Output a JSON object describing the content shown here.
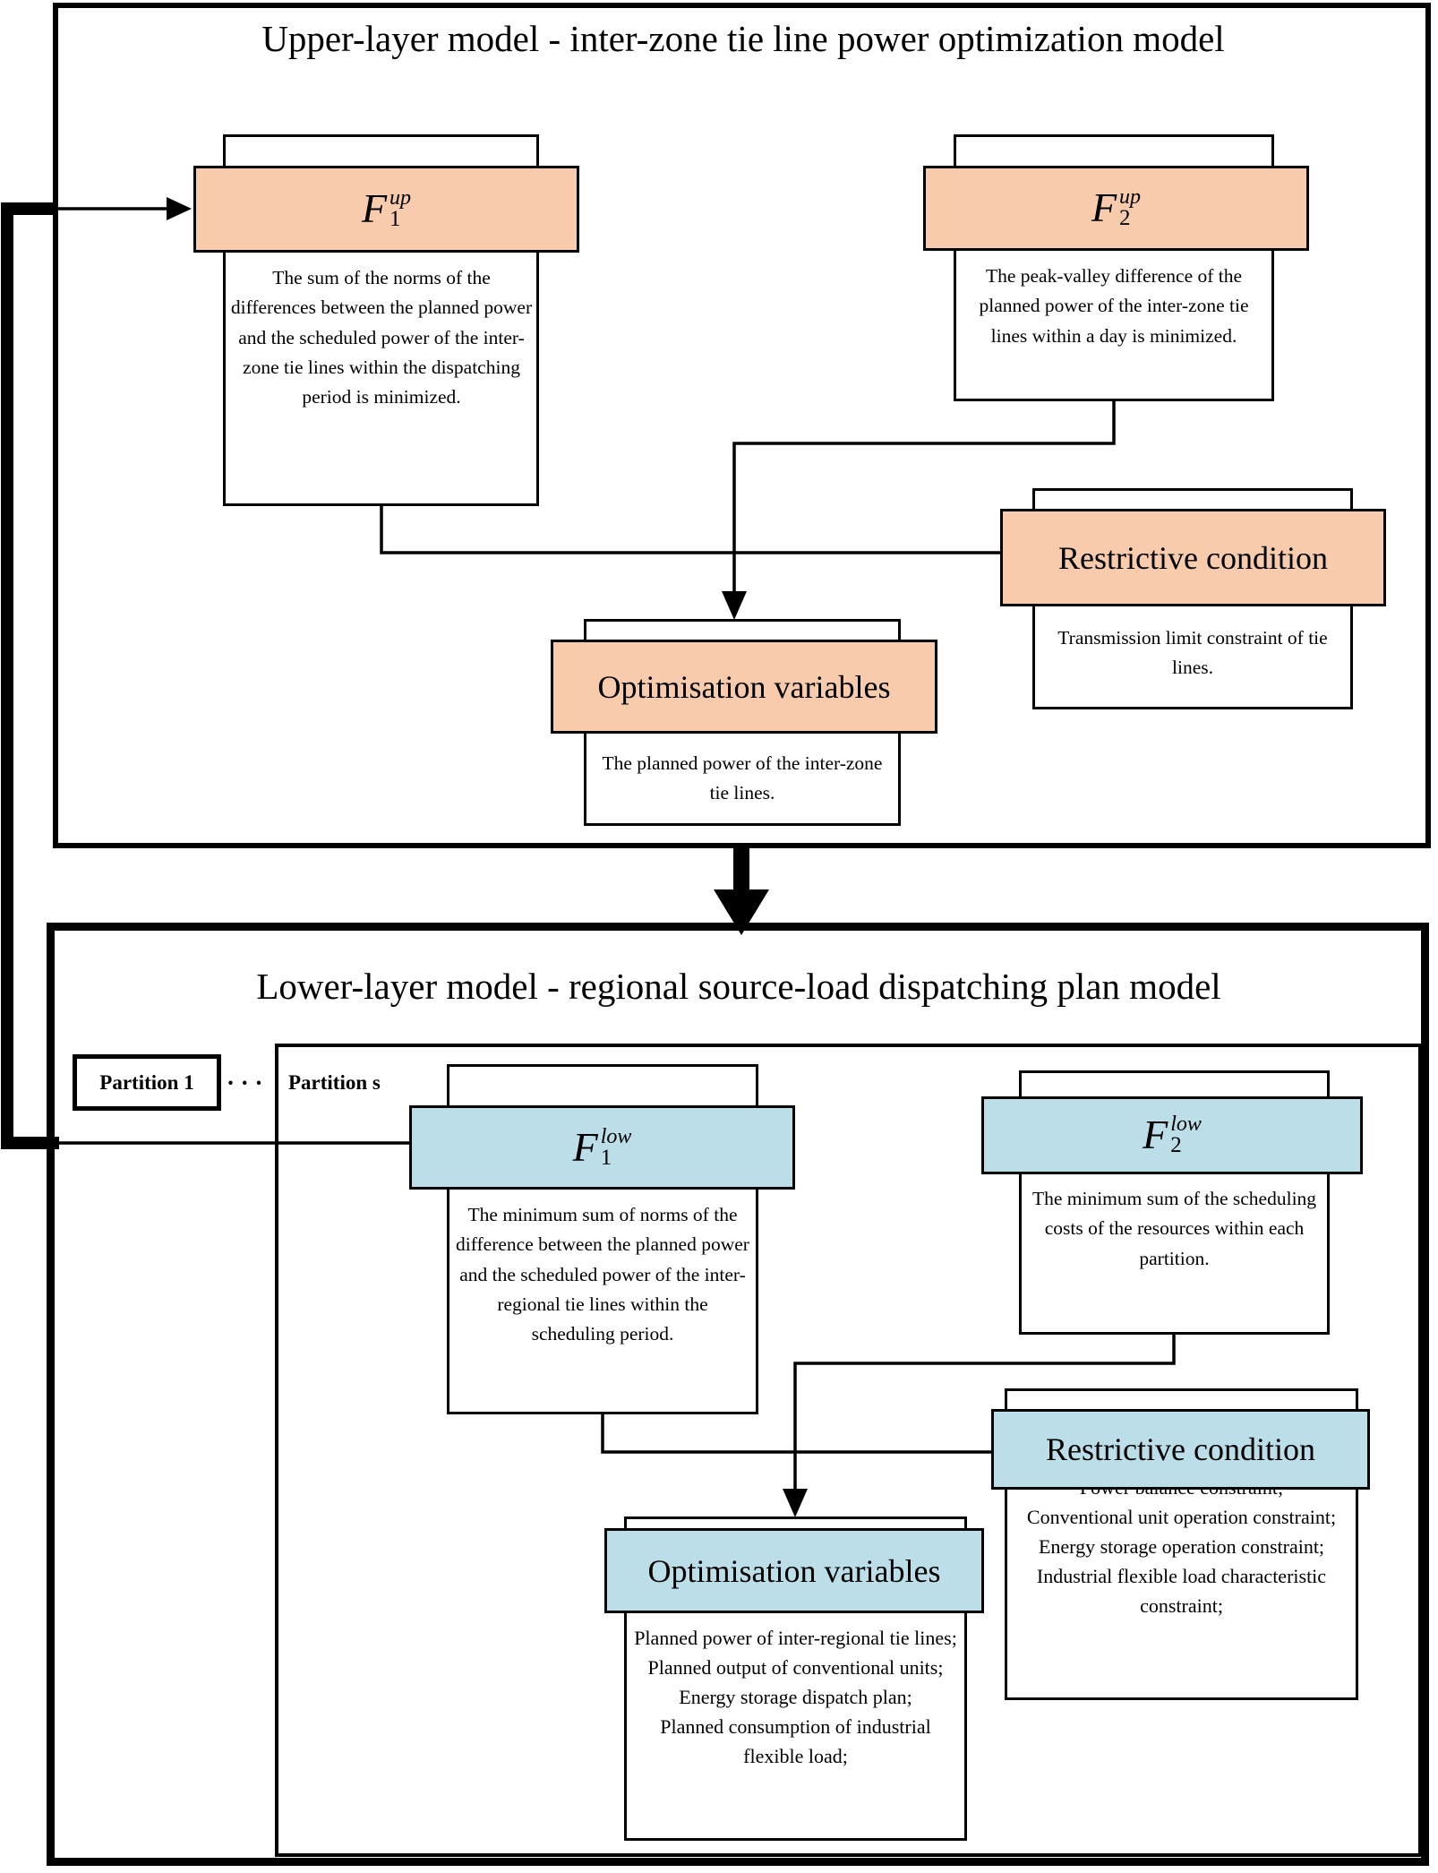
{
  "colors": {
    "orange": "#F8CBAD",
    "blue": "#BCDEE8",
    "ink": "#000000"
  },
  "upper": {
    "title": "Upper-layer model - inter-zone tie line power optimization model",
    "f1": {
      "base": "F",
      "sub": "1",
      "sup": "up",
      "desc": "The sum of the norms of the differences between the planned power and the scheduled power of the inter-zone tie lines within the dispatching period is minimized."
    },
    "f2": {
      "base": "F",
      "sub": "2",
      "sup": "up",
      "desc": "The peak-valley difference of the planned power of the inter-zone tie lines within a day is minimized."
    },
    "restrictive": {
      "label": "Restrictive condition",
      "desc": "Transmission limit constraint of tie lines."
    },
    "optimisation": {
      "label": "Optimisation variables",
      "desc": "The planned power of the inter-zone tie lines."
    }
  },
  "lower": {
    "title": "Lower-layer model - regional source-load dispatching plan model",
    "partitions": {
      "p1": "Partition 1",
      "dots": "· · ·",
      "ps": "Partition s"
    },
    "f1": {
      "base": "F",
      "sub": "1",
      "sup": "low",
      "desc": "The minimum sum of norms of the difference between the planned power and the scheduled power of the inter-regional tie lines within the scheduling period."
    },
    "f2": {
      "base": "F",
      "sub": "2",
      "sup": "low",
      "desc": "The minimum sum of the scheduling costs of the resources within each partition."
    },
    "restrictive": {
      "label": "Restrictive condition",
      "desc_lines": [
        "Power balance constraint;",
        "Conventional unit operation constraint;",
        "Energy storage operation constraint;",
        "Industrial flexible load characteristic constraint;"
      ]
    },
    "optimisation": {
      "label": "Optimisation variables",
      "desc_lines": [
        "Planned power of inter-regional tie lines;",
        "Planned output of conventional units;",
        "Energy storage dispatch plan;",
        "Planned consumption of industrial flexible load;"
      ]
    }
  }
}
